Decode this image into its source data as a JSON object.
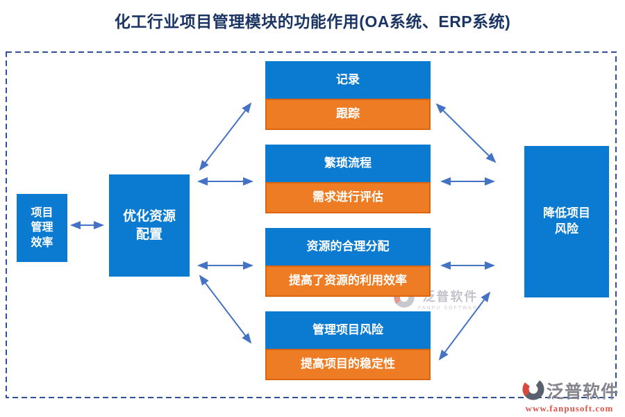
{
  "title": "化工行业项目管理模块的功能作用(OA系统、ERP系统)",
  "diagram": {
    "left_box": "项目\n管理\n效率",
    "hub_box": "优化资源\n配置",
    "pairs": [
      {
        "top": "记录",
        "bottom": "跟踪"
      },
      {
        "top": "繁琐流程",
        "bottom": "需求进行评估"
      },
      {
        "top": "资源的合理分配",
        "bottom": "提高了资源的利用效率"
      },
      {
        "top": "管理项目风险",
        "bottom": "提高项目的稳定性"
      }
    ],
    "right_box": "降低项目\n风险"
  },
  "watermark_center": {
    "brand": "泛普软件",
    "subtitle": "FANPU SOFTWARE"
  },
  "watermark_corner": {
    "brand": "泛普软件",
    "url": "www.fanpusoft.com"
  },
  "colors": {
    "box_blue": "#0b7ad1",
    "box_orange": "#ee7c24",
    "orange_border": "#d9660e",
    "arrow_blue": "#4472c4",
    "dashed_border": "#2f4f96",
    "title_text": "#1a3464",
    "watermark_url_red": "#e2544a"
  }
}
